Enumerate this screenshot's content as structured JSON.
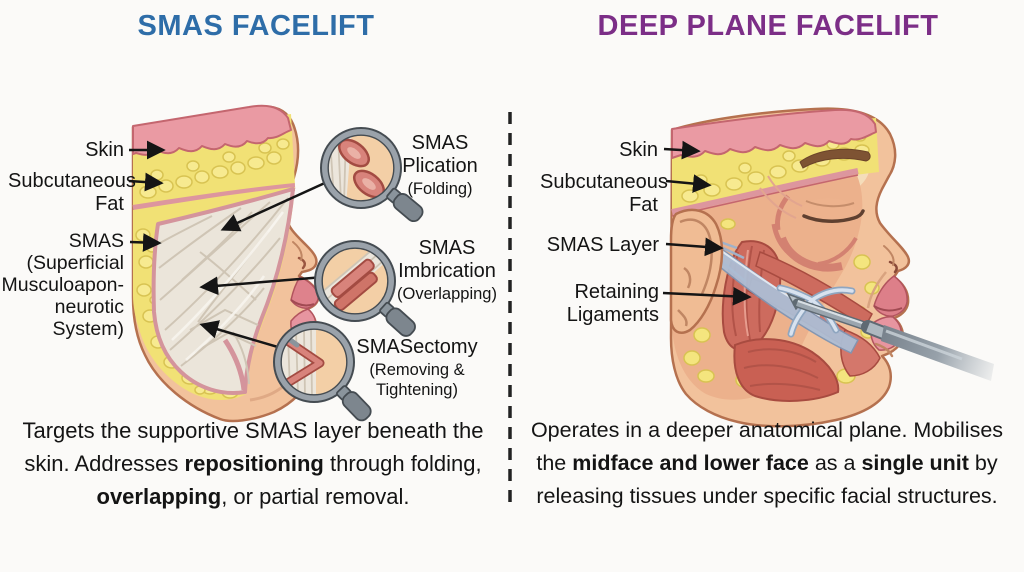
{
  "colors": {
    "left_title": "#2e6da8",
    "right_title": "#7c2e87",
    "text": "#141414",
    "divider": "#222222",
    "skin_layer_pink": "#ea9aa3",
    "fat_yellow": "#f1e175",
    "smas_ivory": "#ebe5da",
    "muscle_red": "#cd6b5e",
    "fascia_blue": "#adbdd4"
  },
  "left_panel": {
    "title": "SMAS FACELIFT",
    "anatomy_labels": [
      {
        "text": "Skin"
      },
      {
        "text": "Subcutaneous\nFat"
      },
      {
        "text": "SMAS\n(Superficial\nMusculoapon-\nneurotic\nSystem)"
      }
    ],
    "techniques": [
      {
        "name": "SMAS\nPlication",
        "qualifier": "(Folding)"
      },
      {
        "name": "SMAS\nImbrication",
        "qualifier": "(Overlapping)"
      },
      {
        "name": "SMASectomy",
        "qualifier": "(Removing &\nTightening)"
      }
    ],
    "description_parts": [
      "Targets the supportive SMAS layer beneath the skin. Addresses ",
      "repositioning",
      " through folding, ",
      "overlapping",
      ", or partial removal."
    ]
  },
  "right_panel": {
    "title": "DEEP PLANE FACELIFT",
    "anatomy_labels": [
      {
        "text": "Skin"
      },
      {
        "text": "Subcutaneous\nFat"
      },
      {
        "text": "SMAS Layer"
      },
      {
        "text": "Retaining\nLigaments"
      }
    ],
    "description_parts": [
      "Operates in a deeper anatomical plane. Mobilises the ",
      "midface and lower face",
      " as a ",
      "single unit",
      " by releasing tissues under specific facial structures."
    ]
  }
}
